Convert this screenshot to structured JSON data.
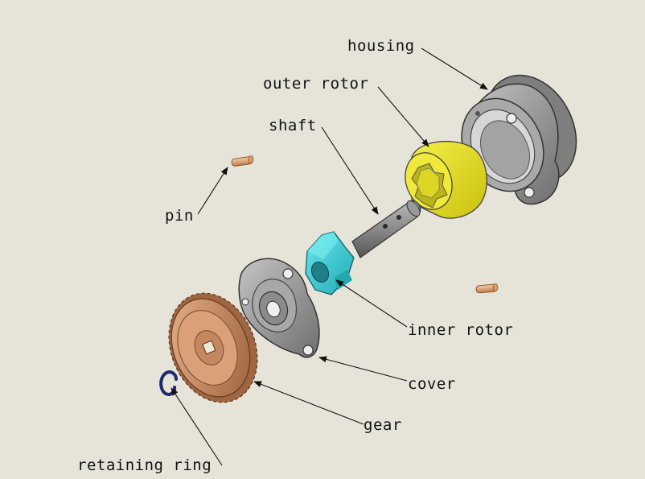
{
  "labels": {
    "housing": "housing",
    "outer_rotor": "outer rotor",
    "shaft": "shaft",
    "pin": "pin",
    "inner_rotor": "inner rotor",
    "cover": "cover",
    "gear": "gear",
    "retaining_ring": "retaining ring"
  },
  "colors": {
    "background": "#e6e4d9",
    "housing": "#9a9a9a",
    "outer_rotor": "#e9e31f",
    "shaft": "#8e8e8e",
    "inner_rotor": "#3fd4dc",
    "cover": "#8f8f8f",
    "gear": "#c9906b",
    "pin": "#e2ab7c",
    "retaining_ring": "#1f2a6e",
    "leader": "#111111"
  }
}
